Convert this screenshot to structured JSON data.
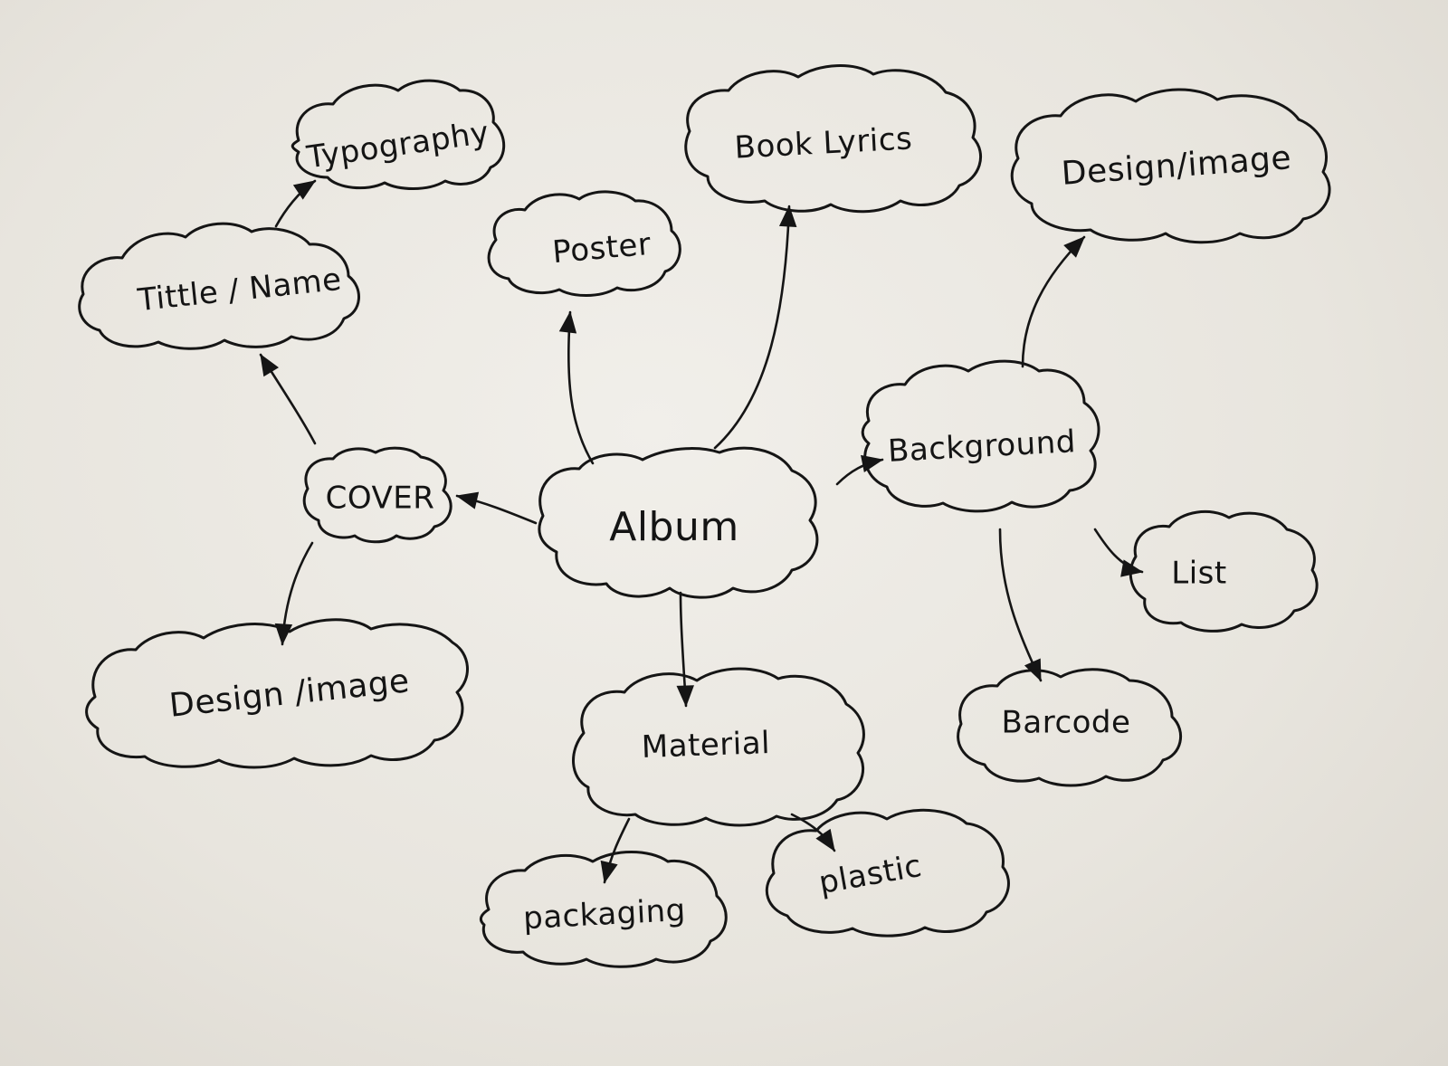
{
  "diagram": {
    "nodes": [
      {
        "id": "album",
        "label": "Album"
      },
      {
        "id": "cover",
        "label": "COVER"
      },
      {
        "id": "title_name",
        "label": "Tittle / Name"
      },
      {
        "id": "typography",
        "label": "Typography"
      },
      {
        "id": "cover_design",
        "label": "Design /image"
      },
      {
        "id": "poster",
        "label": "Poster"
      },
      {
        "id": "book_lyrics",
        "label": "Book Lyrics"
      },
      {
        "id": "background",
        "label": "Background"
      },
      {
        "id": "bg_design",
        "label": "Design/image"
      },
      {
        "id": "list",
        "label": "List"
      },
      {
        "id": "barcode",
        "label": "Barcode"
      },
      {
        "id": "material",
        "label": "Material"
      },
      {
        "id": "packaging",
        "label": "packaging"
      },
      {
        "id": "plastic",
        "label": "plastic"
      }
    ],
    "edges": [
      {
        "from": "album",
        "to": "cover"
      },
      {
        "from": "cover",
        "to": "title_name"
      },
      {
        "from": "title_name",
        "to": "typography"
      },
      {
        "from": "cover",
        "to": "cover_design"
      },
      {
        "from": "album",
        "to": "poster"
      },
      {
        "from": "album",
        "to": "book_lyrics"
      },
      {
        "from": "album",
        "to": "background"
      },
      {
        "from": "background",
        "to": "bg_design"
      },
      {
        "from": "background",
        "to": "list"
      },
      {
        "from": "background",
        "to": "barcode"
      },
      {
        "from": "album",
        "to": "material"
      },
      {
        "from": "material",
        "to": "packaging"
      },
      {
        "from": "material",
        "to": "plastic"
      }
    ]
  }
}
